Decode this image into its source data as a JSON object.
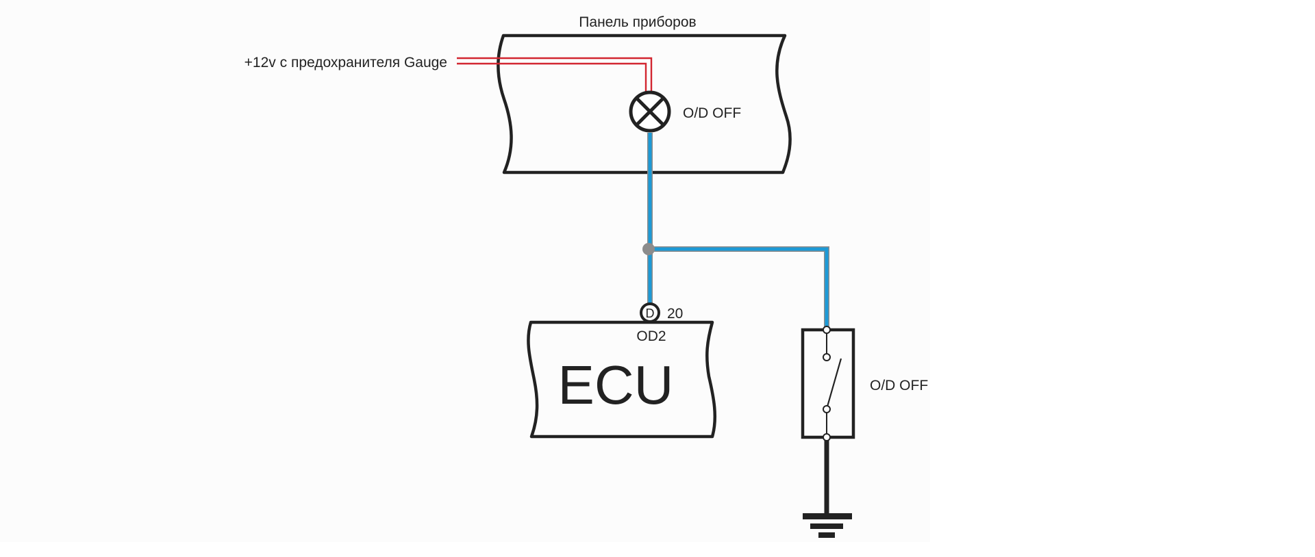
{
  "diagram": {
    "panel_label": "Панель приборов",
    "supply_label": "+12v с предохранителя Gauge",
    "lamp_label": "O/D OFF",
    "ecu_label": "ECU",
    "connector_letter": "D",
    "connector_pin": "20",
    "connector_signal": "OD2",
    "switch_label": "O/D OFF"
  },
  "colors": {
    "supply_wire": "#d22630",
    "signal_wire": "#1d9ad6",
    "wire_edge": "#8c8c8c",
    "junction": "#8c8c8c",
    "outline": "#222222"
  }
}
